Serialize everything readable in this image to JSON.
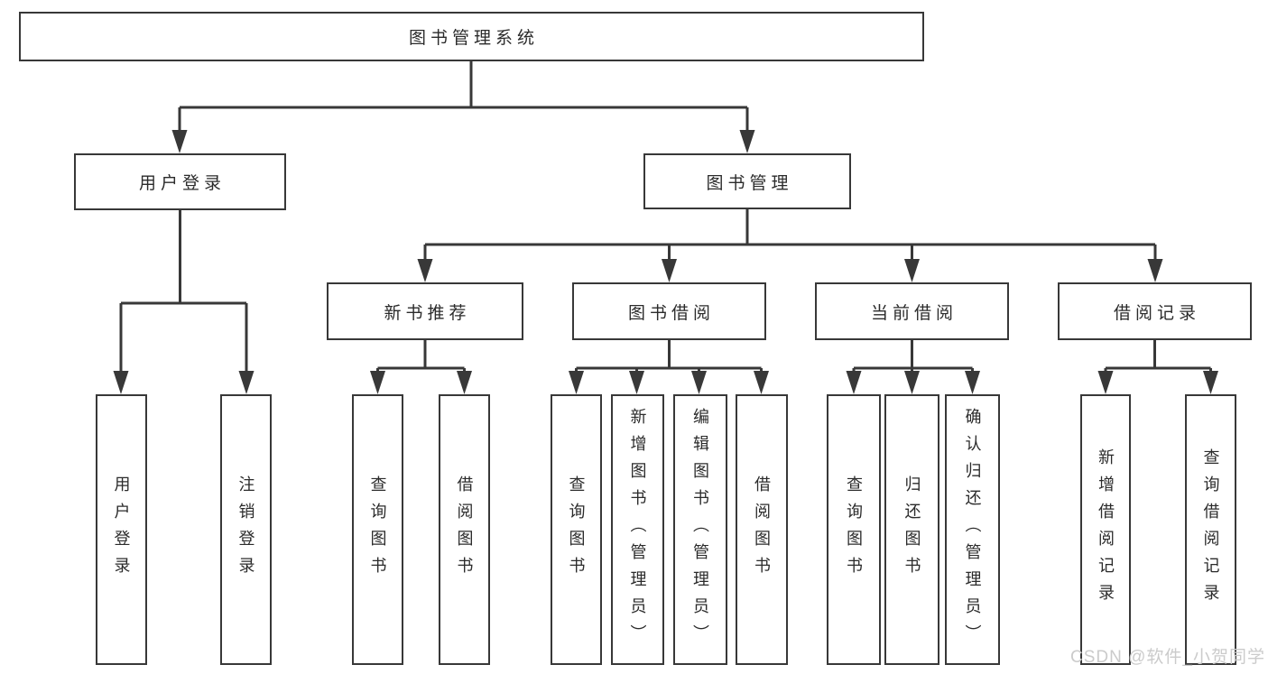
{
  "tree": {
    "label": "图书管理系统",
    "children": [
      {
        "label": "用户登录",
        "children": [
          {
            "label": "用户登录"
          },
          {
            "label": "注销登录"
          }
        ]
      },
      {
        "label": "图书管理",
        "children": [
          {
            "label": "新书推荐",
            "children": [
              {
                "label": "查询图书"
              },
              {
                "label": "借阅图书"
              }
            ]
          },
          {
            "label": "图书借阅",
            "children": [
              {
                "label": "查询图书"
              },
              {
                "label": "新增图书（管理员）"
              },
              {
                "label": "编辑图书（管理员）"
              },
              {
                "label": "借阅图书"
              }
            ]
          },
          {
            "label": "当前借阅",
            "children": [
              {
                "label": "查询图书"
              },
              {
                "label": "归还图书"
              },
              {
                "label": "确认归还（管理员）"
              }
            ]
          },
          {
            "label": "借阅记录",
            "children": [
              {
                "label": "新增借阅记录"
              },
              {
                "label": "查询借阅记录"
              }
            ]
          }
        ]
      }
    ]
  },
  "watermark": "CSDN @软件_小贺同学",
  "colors": {
    "line": "#383838",
    "text": "#2b2b2b",
    "watermark": "#cbcbcb",
    "background": "#ffffff"
  }
}
